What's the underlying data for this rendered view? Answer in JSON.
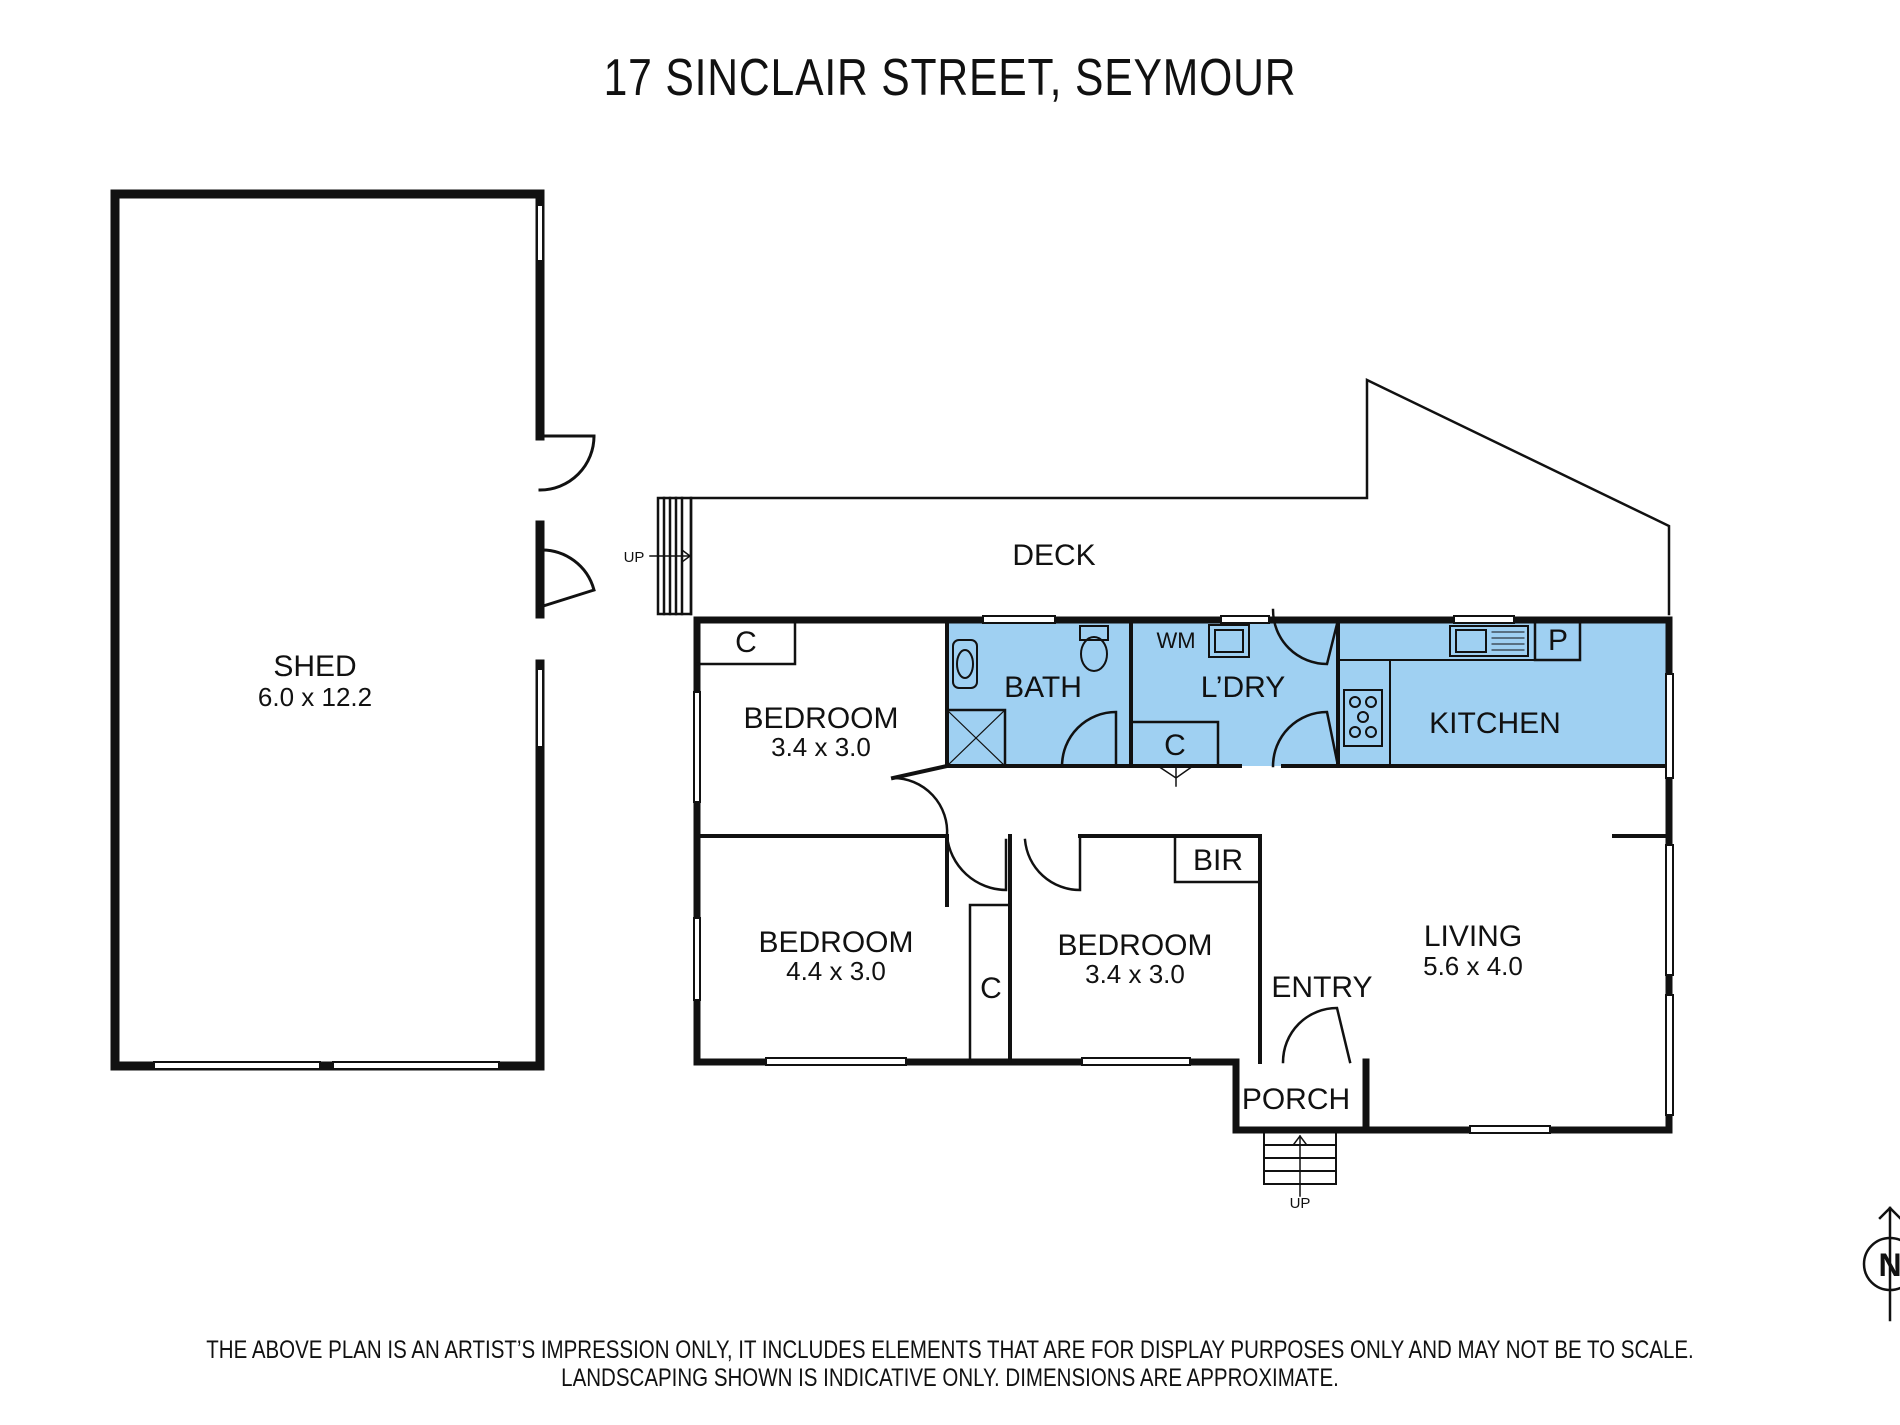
{
  "title": "17 SINCLAIR STREET, SEYMOUR",
  "disclaimer": {
    "line1": "THE ABOVE PLAN IS AN ARTIST’S IMPRESSION ONLY, IT INCLUDES ELEMENTS THAT ARE FOR DISPLAY PURPOSES ONLY AND MAY NOT BE TO SCALE.",
    "line2": "LANDSCAPING SHOWN IS INDICATIVE ONLY. DIMENSIONS ARE APPROXIMATE."
  },
  "colors": {
    "wet_area": "#9fd0f2",
    "wall": "#111111"
  },
  "rooms": {
    "shed": {
      "name": "SHED",
      "dims": "6.0 x 12.2"
    },
    "deck": {
      "name": "DECK"
    },
    "bedroom1": {
      "name": "BEDROOM",
      "dims": "3.4 x 3.0"
    },
    "bedroom2": {
      "name": "BEDROOM",
      "dims": "4.4 x 3.0"
    },
    "bedroom3": {
      "name": "BEDROOM",
      "dims": "3.4 x 3.0"
    },
    "bath": {
      "name": "BATH"
    },
    "laundry": {
      "name": "L’DRY"
    },
    "kitchen": {
      "name": "KITCHEN"
    },
    "living": {
      "name": "LIVING",
      "dims": "5.6 x 4.0"
    },
    "entry": {
      "name": "ENTRY"
    },
    "porch": {
      "name": "PORCH"
    }
  },
  "fixtures": {
    "closet1": "C",
    "closet2": "C",
    "closet3": "C",
    "bir": "BIR",
    "wm": "WM",
    "pantry": "P",
    "up_deck": "UP",
    "up_porch": "UP",
    "north": "N"
  },
  "icons": [
    "compass-north-icon",
    "stairs-icon",
    "door-swing-icon"
  ]
}
